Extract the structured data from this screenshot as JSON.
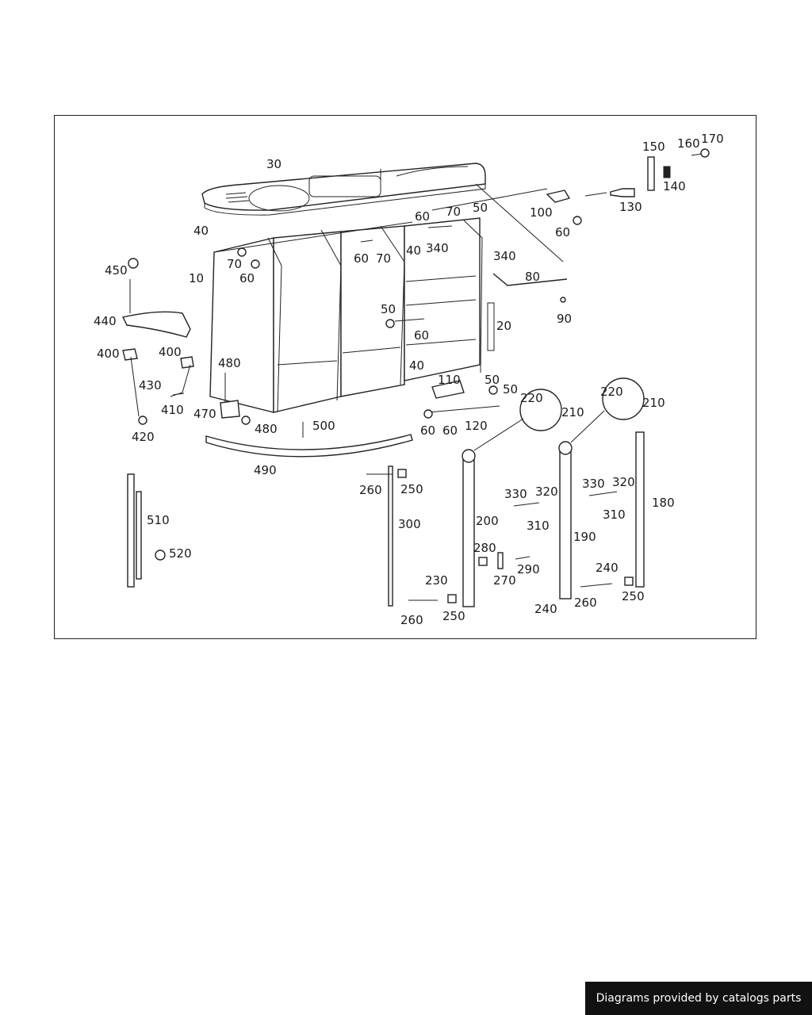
{
  "diagram": {
    "part_labels": [
      "30",
      "150",
      "160",
      "170",
      "140",
      "130",
      "100",
      "60",
      "50",
      "70",
      "60",
      "40",
      "70",
      "60",
      "40",
      "60",
      "70",
      "340",
      "340",
      "80",
      "90",
      "450",
      "10",
      "440",
      "400",
      "400",
      "430",
      "410",
      "420",
      "480",
      "470",
      "480",
      "500",
      "490",
      "50",
      "60",
      "20",
      "40",
      "110",
      "50",
      "50",
      "60",
      "60",
      "120",
      "220",
      "210",
      "220",
      "210",
      "260",
      "250",
      "300",
      "200",
      "510",
      "520",
      "330",
      "320",
      "310",
      "330",
      "320",
      "310",
      "190",
      "180",
      "280",
      "290",
      "270",
      "230",
      "260",
      "250",
      "240",
      "240",
      "260",
      "250"
    ]
  },
  "footer": {
    "text": "Diagrams provided by catalogs parts"
  }
}
